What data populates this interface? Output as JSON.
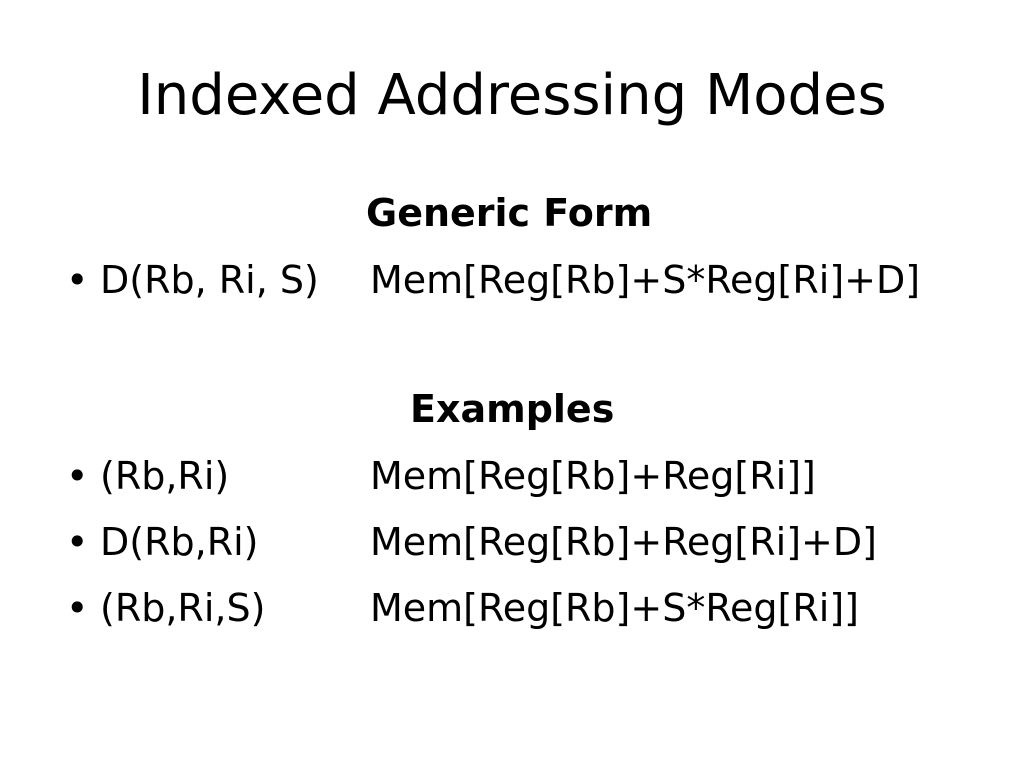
{
  "slide": {
    "title": "Indexed Addressing Modes",
    "generic_heading": "Generic Form",
    "generic_rows": [
      {
        "bullet": "•",
        "operand": "D(Rb, Ri, S)",
        "meaning": "Mem[Reg[Rb]+S*Reg[Ri]+D]"
      }
    ],
    "examples_heading": "Examples",
    "example_rows": [
      {
        "bullet": "•",
        "operand": "(Rb,Ri)",
        "meaning": "Mem[Reg[Rb]+Reg[Ri]]"
      },
      {
        "bullet": "•",
        "operand": "D(Rb,Ri)",
        "meaning": "Mem[Reg[Rb]+Reg[Ri]+D]"
      },
      {
        "bullet": "•",
        "operand": "(Rb,Ri,S)",
        "meaning": "Mem[Reg[Rb]+S*Reg[Ri]]"
      }
    ]
  }
}
